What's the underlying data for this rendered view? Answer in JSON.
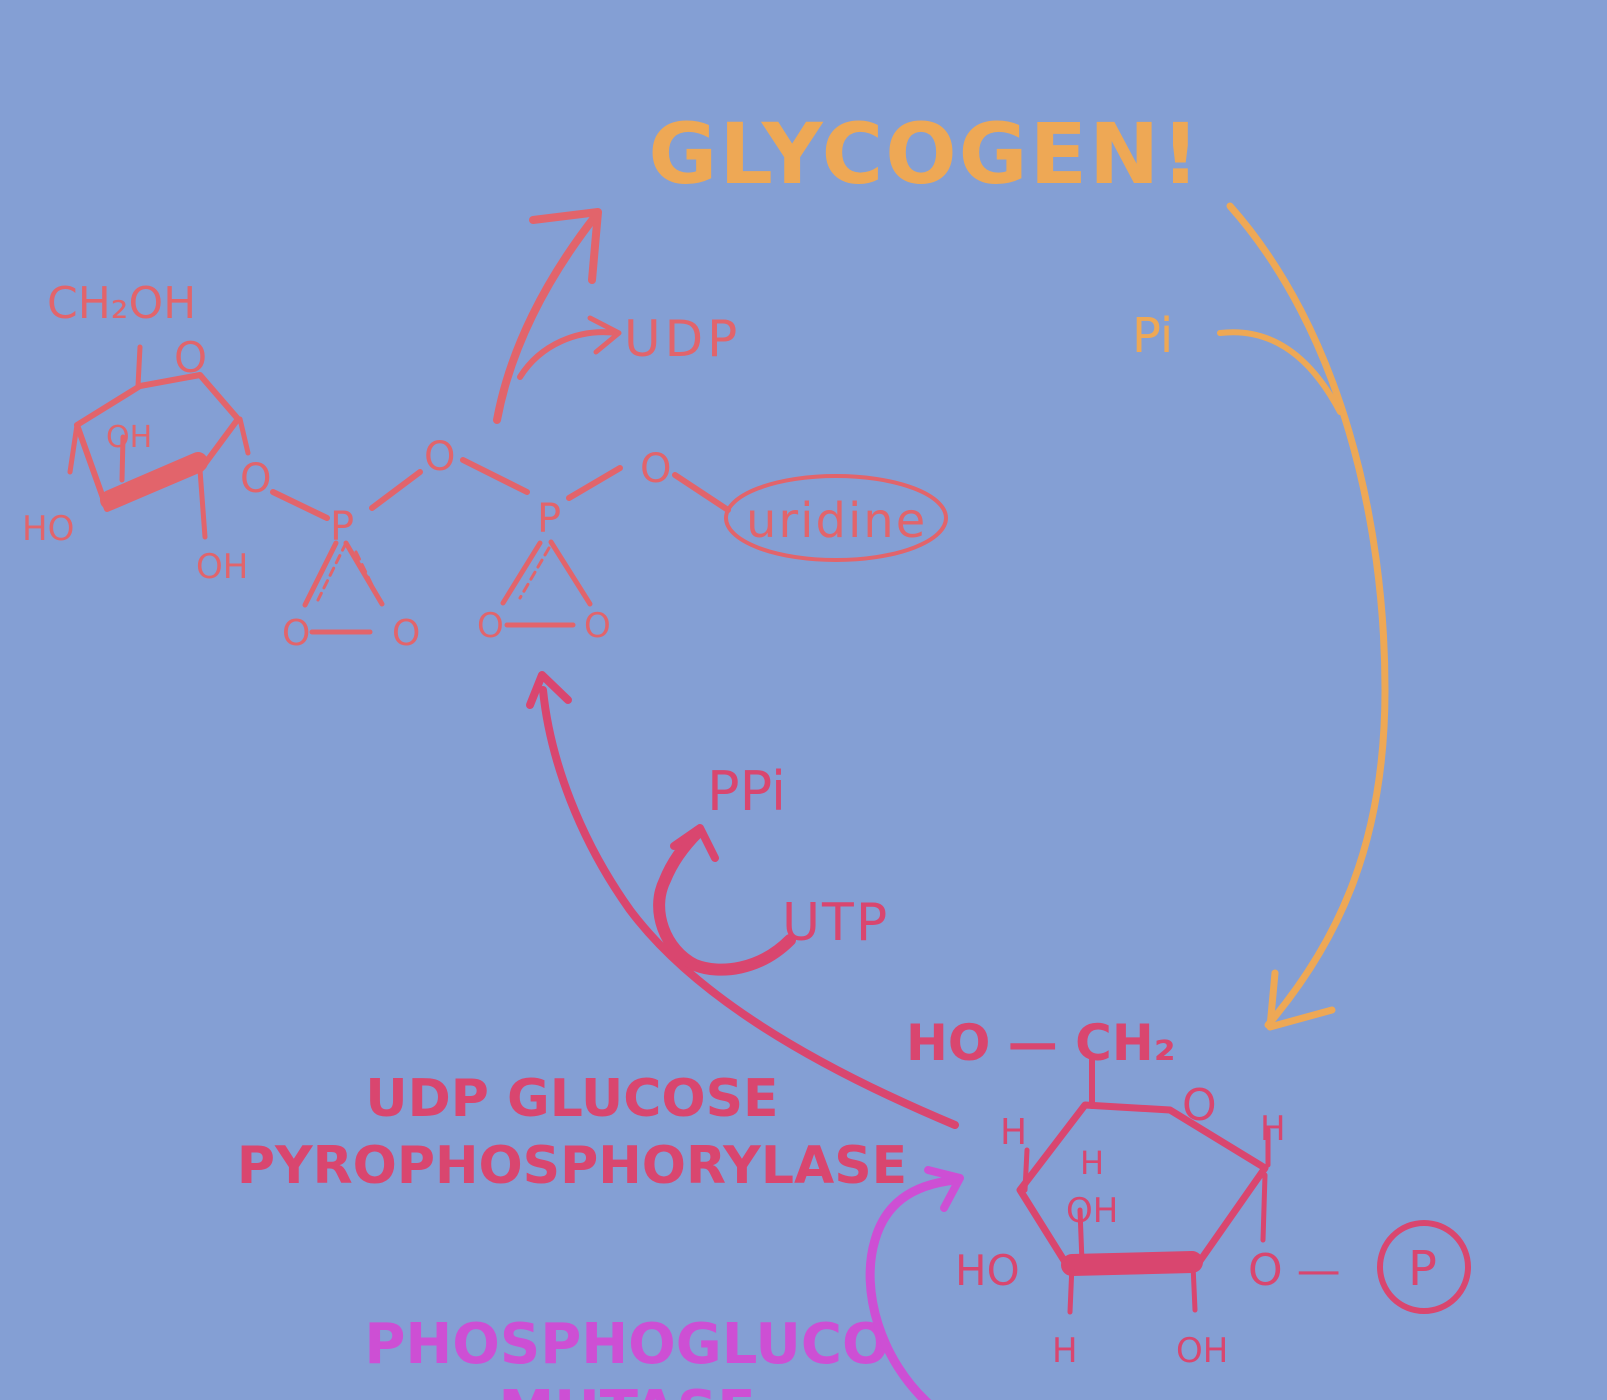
{
  "title": "GLYCOGEN!",
  "colors": {
    "background": "#849fd4",
    "orange": "#eea855",
    "salmon": "#e2646b",
    "rose": "#d9466f",
    "magenta": "#cd4fd4"
  },
  "reagents": {
    "pi": "Pi",
    "udp": "UDP",
    "ppi": "PPi",
    "utp": "UTP"
  },
  "udp_glucose": {
    "ch2oh": "CH₂OH",
    "ring_o": "O",
    "oh_top": "OH",
    "ho_left": "HO",
    "oh_bottom": "OH",
    "o_link1": "O",
    "p1": "P",
    "o_bridge": "O",
    "p2": "P",
    "o_link2": "O",
    "o1a": "O",
    "o1b": "O",
    "o2a": "O",
    "o2b": "O",
    "uridine": "uridine"
  },
  "glucose_1p": {
    "hoch2": "HO — CH₂",
    "ring_o": "O",
    "h_right": "H",
    "h_left": "H",
    "h_inner": "H",
    "oh_inner": "OH",
    "ho_left": "HO",
    "o_phos": "O —",
    "p": "P",
    "h_bottom": "H",
    "oh_bottom": "OH"
  },
  "enzymes": {
    "udp_glucose_line1": "UDP GLUCOSE",
    "udp_glucose_line2": "PYROPHOSPHORYLASE",
    "phosphoglucomutase_line1": "PHOSPHOGLUCO",
    "phosphoglucomutase_line2": "MUTASE"
  }
}
